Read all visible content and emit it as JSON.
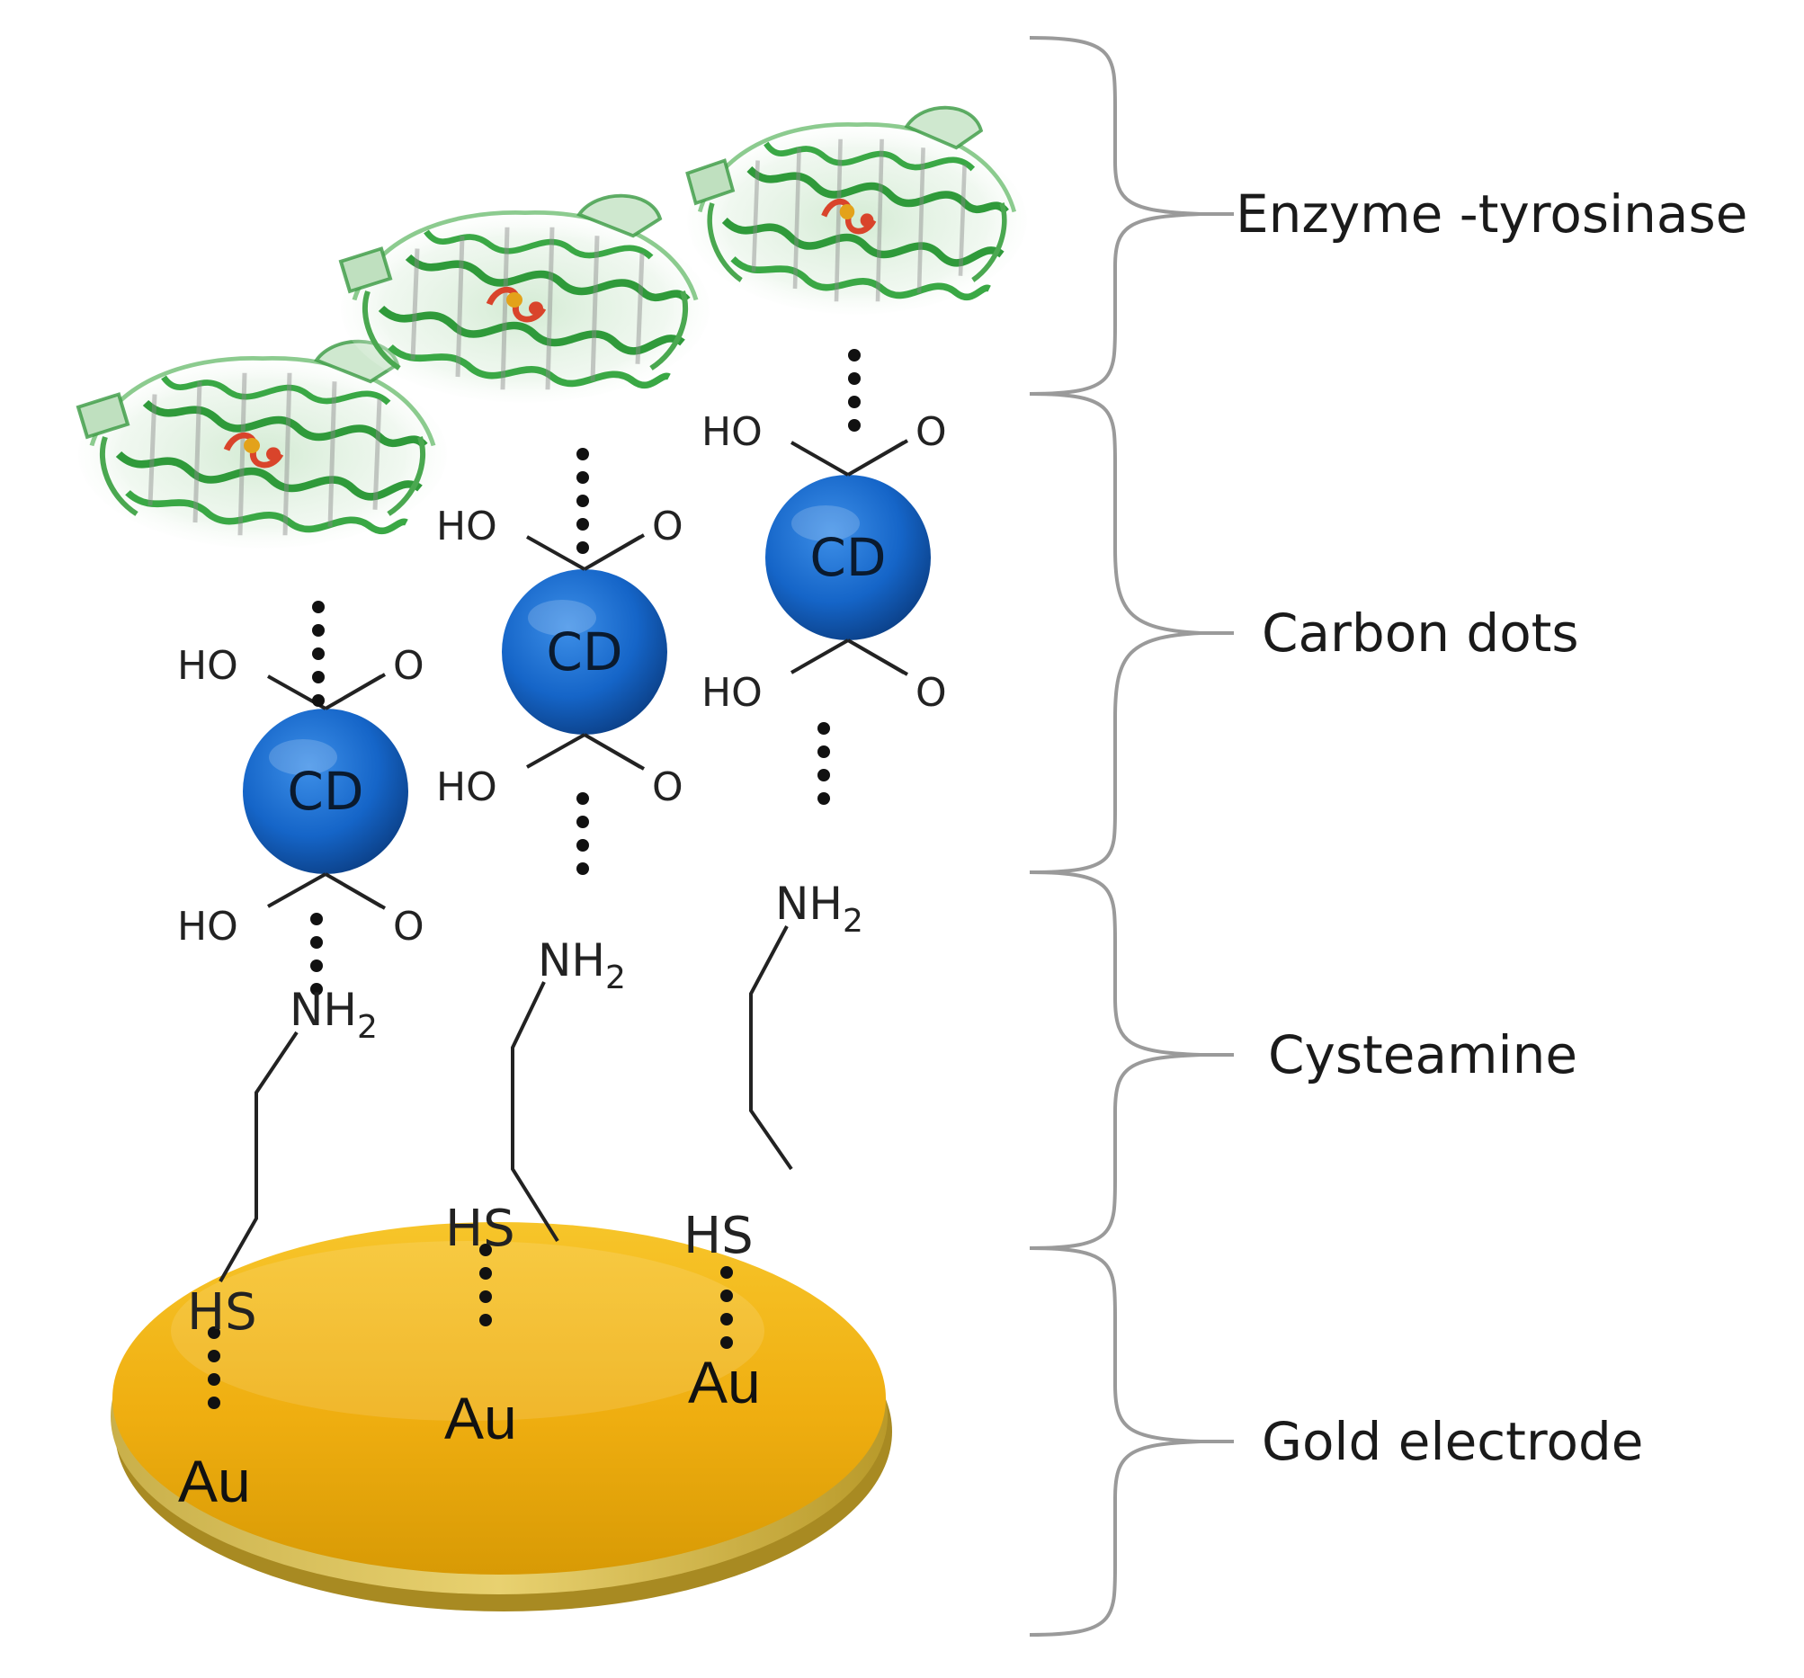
{
  "layers": [
    {
      "label": "Enzyme -tyrosinase"
    },
    {
      "label": "Carbon dots"
    },
    {
      "label": "Cysteamine"
    },
    {
      "label": "Gold electrode"
    }
  ],
  "chem": {
    "cd": "CD",
    "ho": "HO",
    "o": "O",
    "nh": "NH",
    "sub2": "2",
    "hs": "HS",
    "au": "Au"
  },
  "colors": {
    "gold": "#F2B411",
    "carbon_dot": "#1565C8",
    "enzyme": "#3BA845",
    "bracket": "#9a9a9a"
  },
  "icons": [
    "enzyme-icon",
    "carbon-dot-icon",
    "gold-electrode-icon"
  ]
}
